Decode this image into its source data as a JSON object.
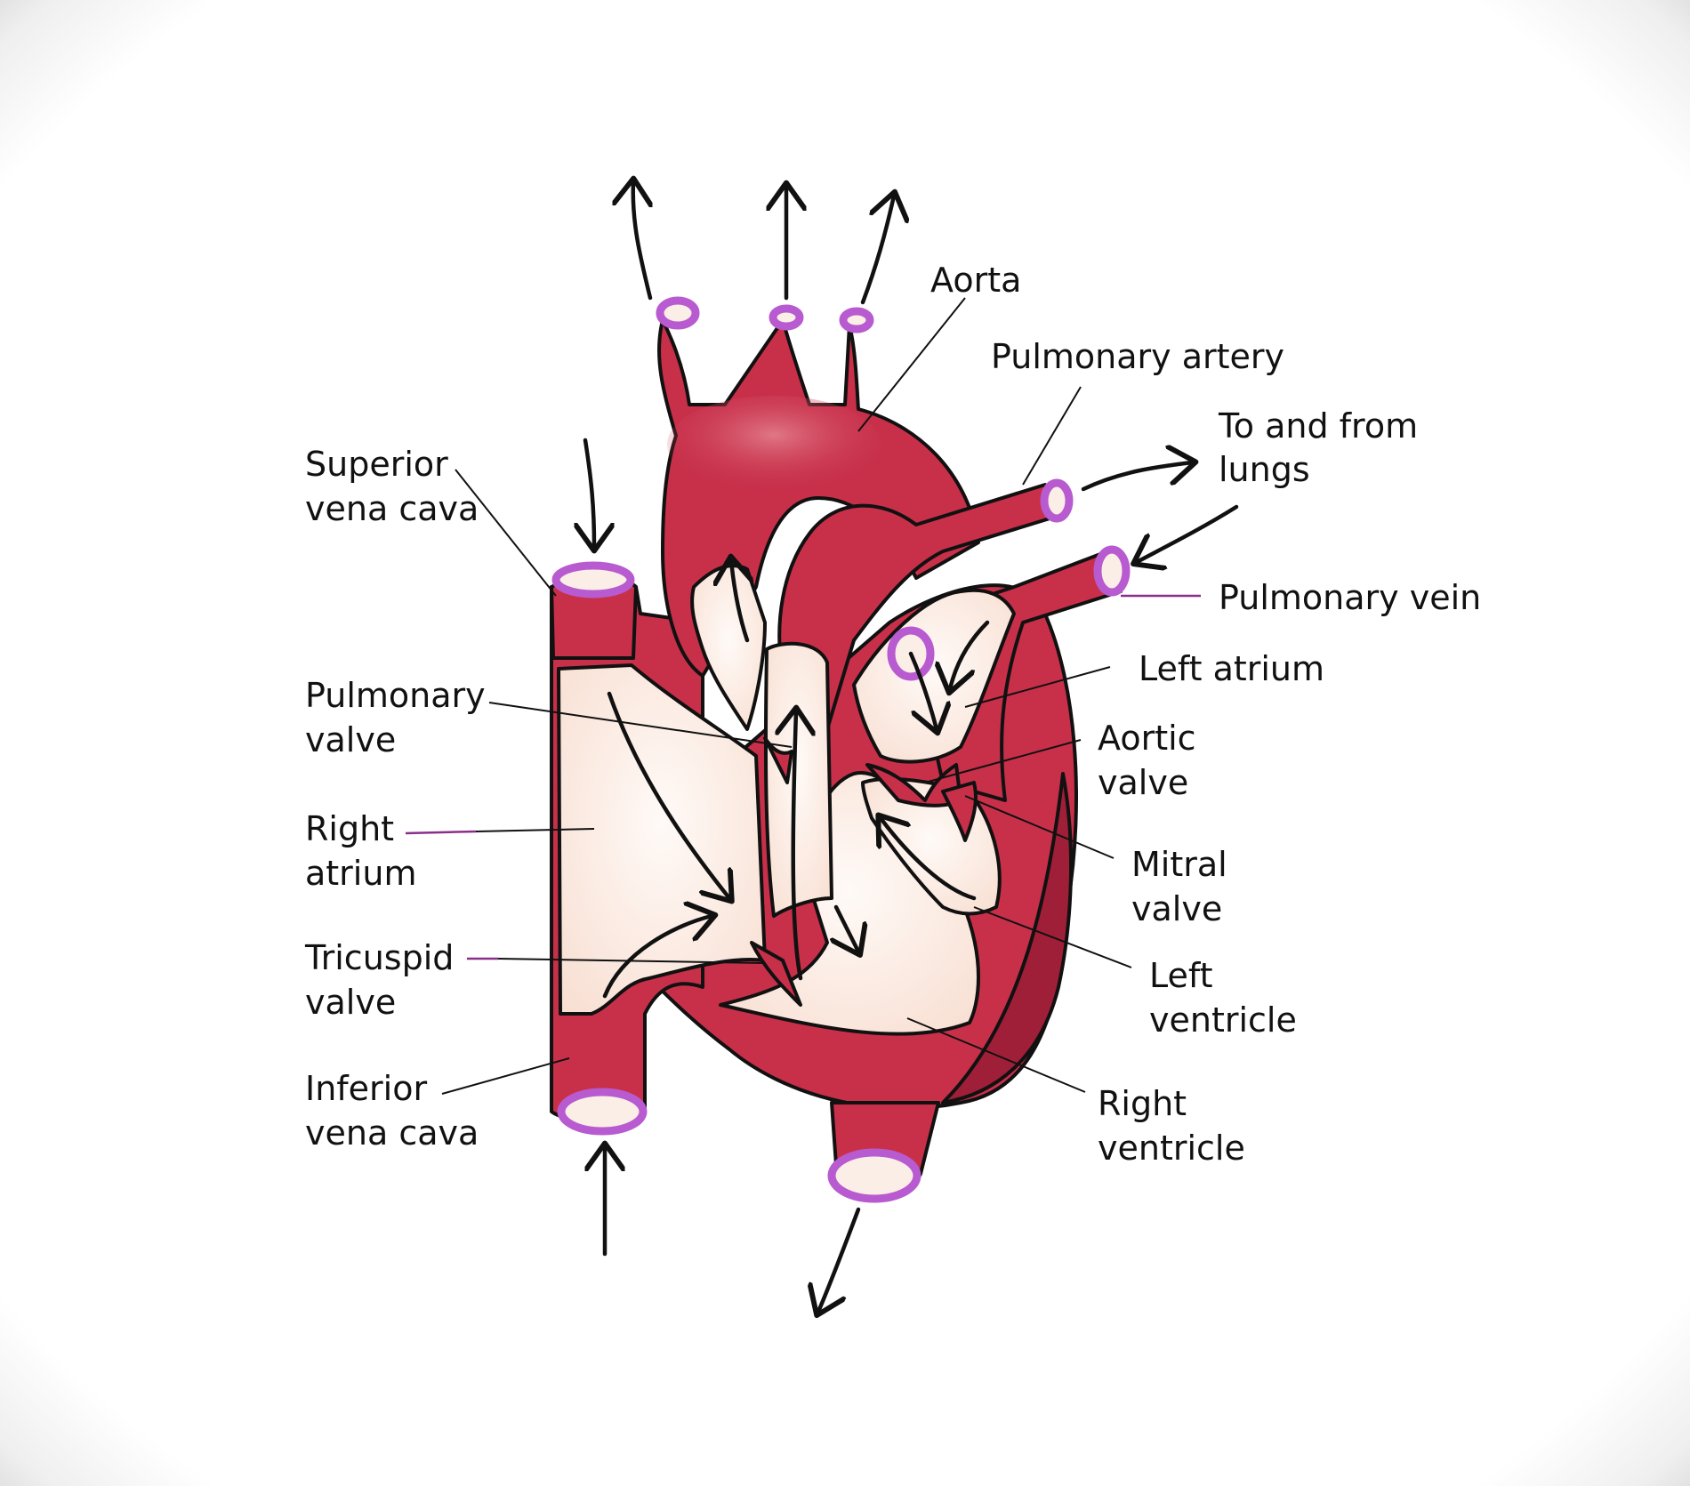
{
  "diagram": {
    "labels": {
      "aorta": "Aorta",
      "pulmonary_artery": "Pulmonary artery",
      "to_from_lungs_1": "To and from",
      "to_from_lungs_2": "lungs",
      "superior_vena_cava_1": "Superior",
      "superior_vena_cava_2": "vena cava",
      "pulmonary_vein": "Pulmonary vein",
      "left_atrium": "Left atrium",
      "pulmonary_valve_1": "Pulmonary",
      "pulmonary_valve_2": "valve",
      "aortic_valve_1": "Aortic",
      "aortic_valve_2": "valve",
      "right_atrium_1": "Right",
      "right_atrium_2": "atrium",
      "mitral_valve_1": "Mitral",
      "mitral_valve_2": "valve",
      "tricuspid_valve_1": "Tricuspid",
      "tricuspid_valve_2": "valve",
      "left_ventricle_1": "Left",
      "left_ventricle_2": "ventricle",
      "inferior_vena_cava_1": "Inferior",
      "inferior_vena_cava_2": "vena cava",
      "right_ventricle_1": "Right",
      "right_ventricle_2": "ventricle"
    },
    "colors": {
      "muscle": "#c8304a",
      "muscle_dark": "#a01f38",
      "chamber": "#fbe9df",
      "vessel_ring": "#b85ad0",
      "ink": "#111111",
      "leader_accent": "#8a2e8a"
    }
  }
}
